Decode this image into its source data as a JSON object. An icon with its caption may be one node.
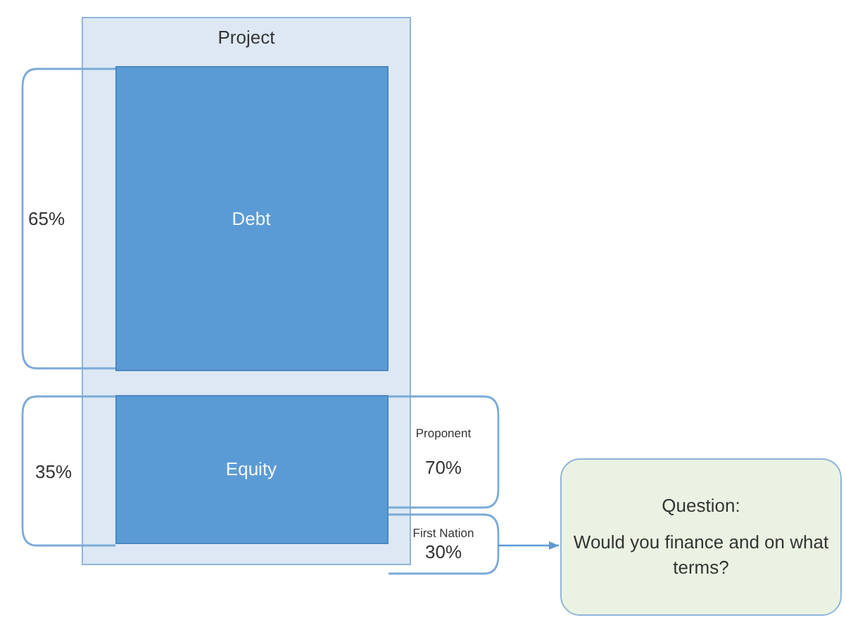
{
  "diagram": {
    "nodes": [
      {
        "text": [
          "Project"
        ]
      },
      {
        "text": [
          "Debt"
        ],
        "in": 0
      },
      {
        "text": [
          "Equity"
        ],
        "in": 0
      },
      {
        "text": [
          "65%"
        ]
      },
      {
        "text": [
          "35%"
        ]
      },
      {
        "text": [
          "Proponent",
          "70%"
        ]
      },
      {
        "text": [
          "First Nation",
          "30%"
        ]
      },
      {
        "text": [
          "Question:",
          "Would you finance and on what terms?"
        ]
      }
    ],
    "edges": [
      {
        "from": 6,
        "to": 7,
        "arrow": "to"
      }
    ]
  }
}
